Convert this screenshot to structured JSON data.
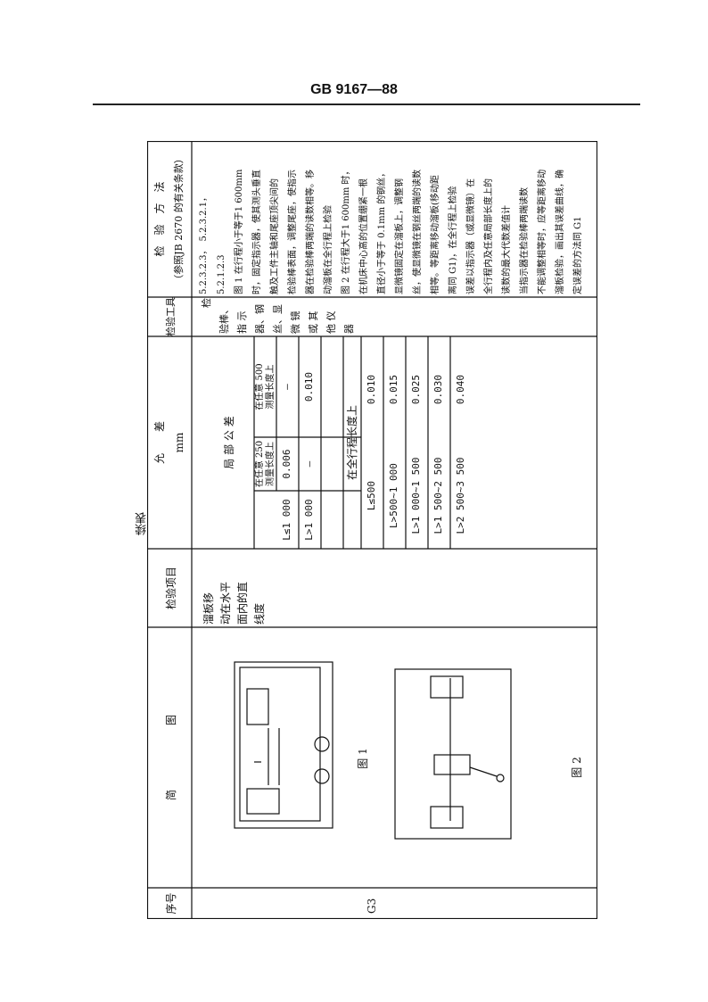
{
  "header": {
    "code": "GB 9167—88",
    "continued": "续表"
  },
  "columns": {
    "seq": "序号",
    "diagram": "简　　　　　　图",
    "item": "检验项目",
    "tolerance": "允　　差",
    "unit": "mm",
    "tool": "检验工具",
    "method": "检　验　方　法",
    "method_ref": "（参照JB 2670 的有关条款）"
  },
  "row": {
    "seq": "G3",
    "fig1": "图 1",
    "fig2": "图 2",
    "item_lines": [
      "溜板移",
      "动在水平",
      "面内的直",
      "线度"
    ],
    "local_tol": "局 部 公 差",
    "len250": [
      "在任意 250",
      "测量长度上"
    ],
    "len500": [
      "在任意 500",
      "测量长度上"
    ],
    "rows1": [
      {
        "range": "L≤1 000",
        "a": "0.006",
        "b": "—"
      },
      {
        "range": "L>1 000",
        "a": "—",
        "b": "0.010"
      }
    ],
    "full_travel": "在全行程长度上",
    "rows2": [
      {
        "range": "L≤500",
        "v": "0.010"
      },
      {
        "range": "L>500~1 000",
        "v": "0.015"
      },
      {
        "range": "L>1 000~1 500",
        "v": "0.025"
      },
      {
        "range": "L>1 500~2 500",
        "v": "0.030"
      },
      {
        "range": "L>2 500~3 500",
        "v": "0.040"
      }
    ],
    "tools": [
      "检",
      "验棒、",
      "指 示",
      "器、钢",
      "丝、显",
      "微 镜",
      "或 其",
      "他 仪",
      "器"
    ],
    "method_lines": [
      "5.2.3.2.3，　5.2.3.2.1，",
      "5.2.1.2.3",
      "图 1 在行程小于等于1 600mm",
      "时，固定指示器，使其测头垂直",
      "触及工件主轴和尾座顶尖间的",
      "检验棒表面，调整尾座，使指示",
      "器在检验棒两端的读数相等。移",
      "动溜板在全行程上检验",
      "图 2 在行程大于1 600mm 时，",
      "在机床中心高的位置绷紧一根",
      "直径小于等于 0.1mm 的钢丝，",
      "显微镜固定在溜板上，调整钢",
      "丝，使显微镜在钢丝两端的读数",
      "相等。等距离移动溜板(移动距",
      "离同 G1)，在全行程上检验",
      "误差以指示器（或显微镜）在",
      "全行程内及任意局部长度上的",
      "读数的最大代数差值计",
      "当指示器在检验棒两端读数",
      "不能调整相等时，应等距离移动",
      "溜板检验，画出其误差曲线，确",
      "定误差的方法同 G1"
    ]
  }
}
